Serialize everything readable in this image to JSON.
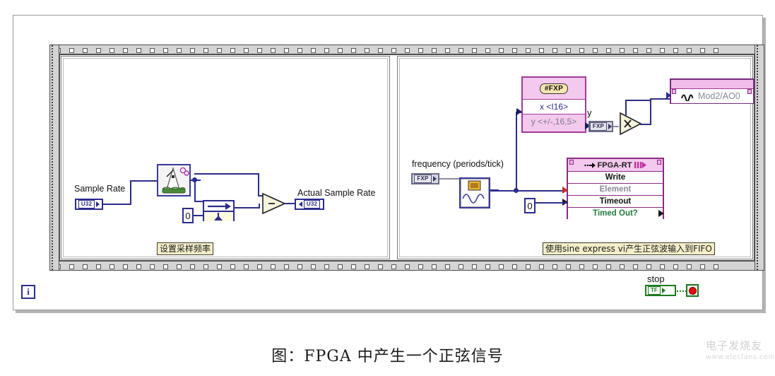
{
  "document": {
    "caption": "图：FPGA 中产生一个正弦信号"
  },
  "watermark": {
    "brand": "电子发烧友",
    "url": "www.elecfans.com"
  },
  "diagram": {
    "loop": {
      "name": "while-loop",
      "iteration_terminal": "i",
      "stop_label": "stop",
      "stop_terminal_value": "TF"
    },
    "frame_left": {
      "comment": "设置采样频率",
      "controls": [
        {
          "label": "Sample Rate",
          "type": "U32",
          "role": "control"
        }
      ],
      "indicators": [
        {
          "label": "Actual Sample Rate",
          "type": "U32",
          "role": "indicator"
        }
      ],
      "constants": [
        {
          "value": "0"
        }
      ],
      "nodes": [
        {
          "name": "loop-timer",
          "icon": "metronome-icon"
        },
        {
          "name": "feedback-node",
          "icon": "feedback-icon"
        },
        {
          "name": "subtract-node",
          "operator": "−"
        }
      ]
    },
    "frame_right": {
      "comment": "使用sine express vi产生正弦波输入到FIFO",
      "controls": [
        {
          "label": "frequency (periods/tick)",
          "type": "FXP",
          "role": "control"
        }
      ],
      "constants": [
        {
          "value": "0"
        }
      ],
      "nodes": [
        {
          "name": "sine-express-vi",
          "icon": "sine-wave-icon"
        },
        {
          "name": "multiply-node",
          "operator": "×"
        }
      ],
      "fxp_node": {
        "badge": "#FXP",
        "input_row": "x <I16>",
        "output_row": "y <+/-,16,5>",
        "output_label": "y",
        "output_terminal": "FXP"
      },
      "fifo_write_node": {
        "title": "FPGA-RT",
        "rows": [
          "Write",
          "Element",
          "Timeout",
          "Timed Out?"
        ]
      },
      "io_node": {
        "label": "Mod2/AO0",
        "icon": "analog-output-icon"
      }
    }
  }
}
